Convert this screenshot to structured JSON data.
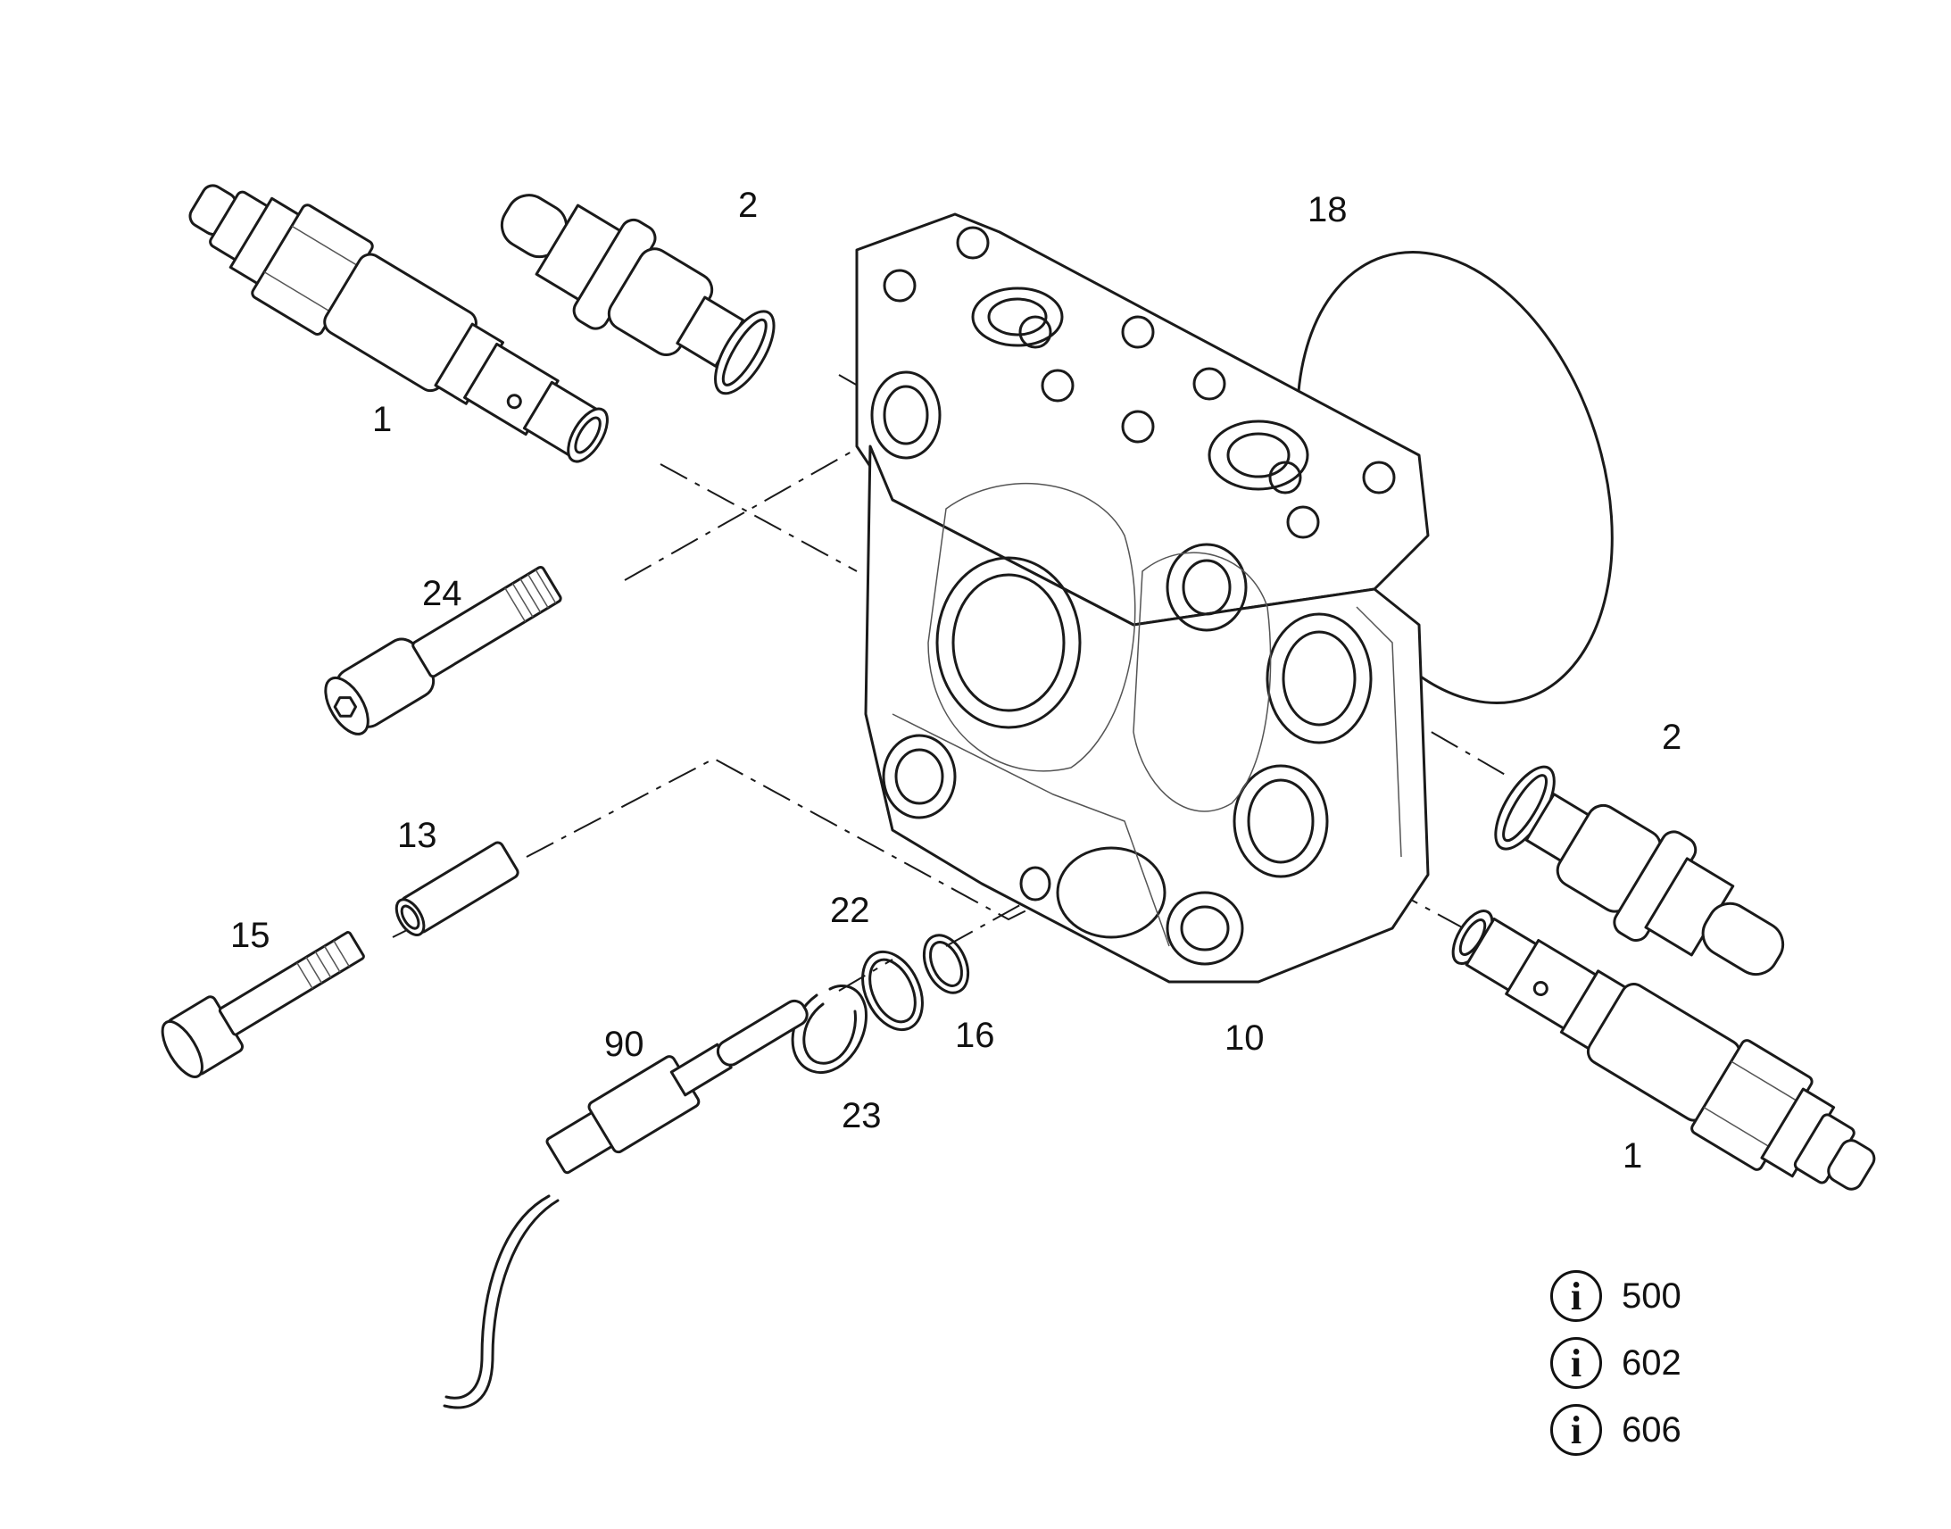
{
  "callouts": {
    "p1_top": "1",
    "p2_top": "2",
    "p18": "18",
    "p24": "24",
    "p13": "13",
    "p15": "15",
    "p22": "22",
    "p90": "90",
    "p16": "16",
    "p10": "10",
    "p23": "23",
    "p2_right": "2",
    "p1_right": "1"
  },
  "info_refs": [
    {
      "icon": "info-icon",
      "badge": "i",
      "code": "500"
    },
    {
      "icon": "info-icon",
      "badge": "i",
      "code": "602"
    },
    {
      "icon": "info-icon",
      "badge": "i",
      "code": "606"
    }
  ]
}
